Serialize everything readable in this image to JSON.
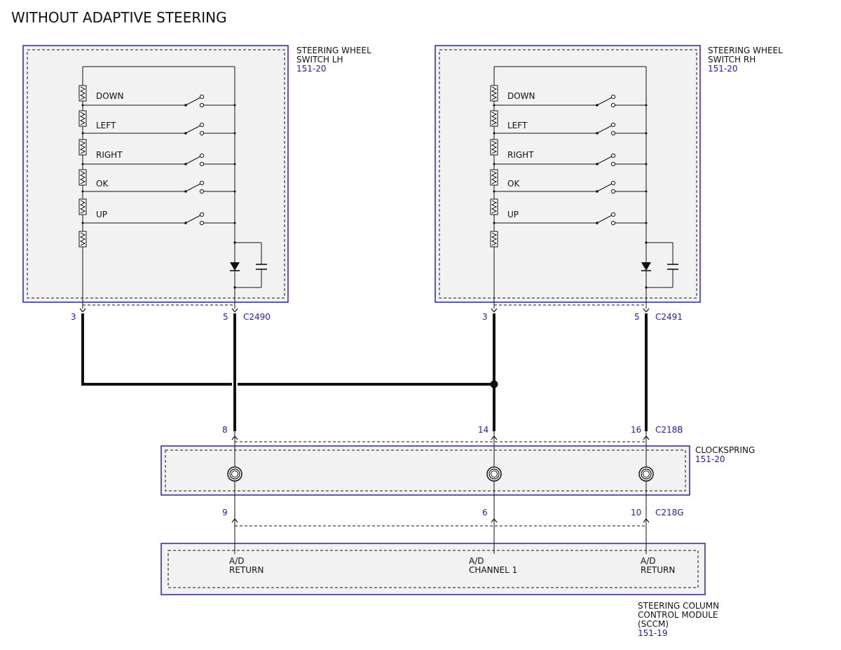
{
  "title": "WITHOUT ADAPTIVE STEERING",
  "colors": {
    "wire": "#111111",
    "component_border": "#2222cc",
    "component_fill": "#f2f2f2",
    "reference_text": "#1a1ad6"
  },
  "switch_lh": {
    "name_line1": "STEERING WHEEL",
    "name_line2": "SWITCH LH",
    "ref": "151-20",
    "buttons": [
      "DOWN",
      "LEFT",
      "RIGHT",
      "OK",
      "UP"
    ],
    "connector": "C2490",
    "pin_left": "3",
    "pin_right": "5"
  },
  "switch_rh": {
    "name_line1": "STEERING WHEEL",
    "name_line2": "SWITCH RH",
    "ref": "151-20",
    "buttons": [
      "DOWN",
      "LEFT",
      "RIGHT",
      "OK",
      "UP"
    ],
    "connector": "C2491",
    "pin_left": "3",
    "pin_right": "5"
  },
  "clockspring": {
    "name": "CLOCKSPRING",
    "ref": "151-20",
    "connector_top": "C218B",
    "pins_top": [
      "8",
      "14",
      "16"
    ],
    "connector_bottom": "C218G",
    "pins_bottom": [
      "9",
      "6",
      "10"
    ]
  },
  "sccm": {
    "name_line1": "STEERING COLUMN",
    "name_line2": "CONTROL MODULE",
    "name_line3": "(SCCM)",
    "ref": "151-19",
    "pins": [
      {
        "line1": "A/D",
        "line2": "RETURN"
      },
      {
        "line1": "A/D",
        "line2": "CHANNEL 1"
      },
      {
        "line1": "A/D",
        "line2": "RETURN"
      }
    ]
  }
}
